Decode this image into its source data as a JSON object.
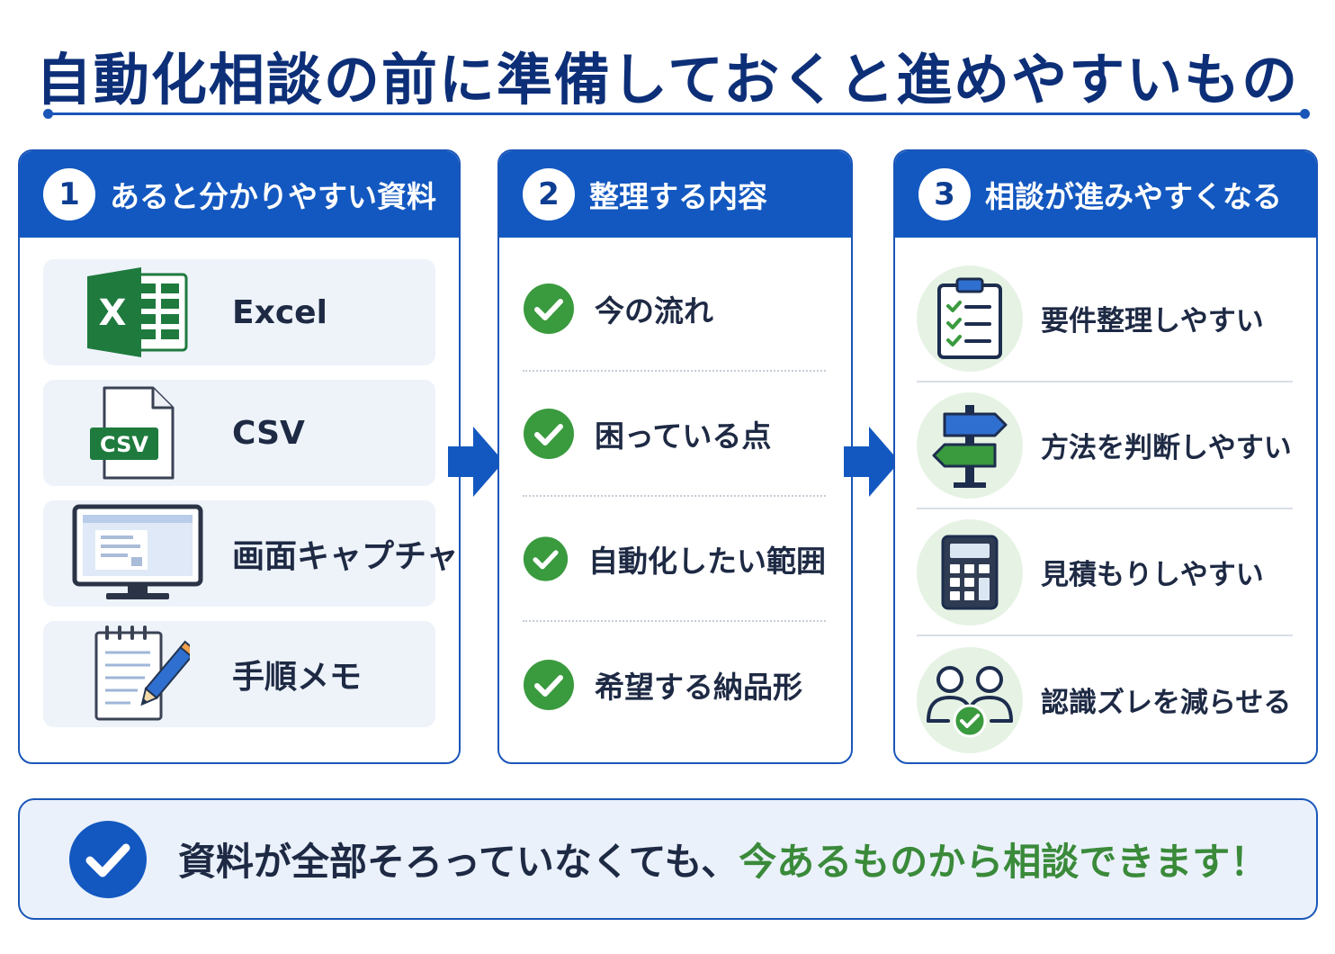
{
  "title": "自動化相談の前に準備しておくと進めやすいもの",
  "panels": [
    {
      "number": "1",
      "title": "あると分かりやすい資料",
      "items": [
        {
          "label": "Excel",
          "icon": "excel-icon",
          "icon_text": "X"
        },
        {
          "label": "CSV",
          "icon": "csv-file-icon",
          "icon_text": "CSV"
        },
        {
          "label": "画面キャプチャ",
          "icon": "monitor-screenshot-icon"
        },
        {
          "label": "手順メモ",
          "icon": "notepad-pencil-icon"
        }
      ]
    },
    {
      "number": "2",
      "title": "整理する内容",
      "items": [
        {
          "label": "今の流れ",
          "icon": "check-circle-icon"
        },
        {
          "label": "困っている点",
          "icon": "check-circle-icon"
        },
        {
          "label": "自動化したい範囲",
          "icon": "check-circle-icon"
        },
        {
          "label": "希望する納品形",
          "icon": "check-circle-icon"
        }
      ]
    },
    {
      "number": "3",
      "title": "相談が進みやすくなる",
      "items": [
        {
          "label": "要件整理しやすい",
          "icon": "clipboard-checklist-icon"
        },
        {
          "label": "方法を判断しやすい",
          "icon": "signpost-icon"
        },
        {
          "label": "見積もりしやすい",
          "icon": "calculator-icon"
        },
        {
          "label": "認識ズレを減らせる",
          "icon": "people-check-icon"
        }
      ]
    }
  ],
  "bottom": {
    "icon": "check-circle-icon",
    "text_dark": "資料が全部そろっていなくても、",
    "text_green": "今あるものから相談できます！"
  },
  "colors": {
    "primary_blue": "#1358c0",
    "title_navy": "#0d2f78",
    "check_green": "#3a9a3e",
    "accent_green_text": "#3a8a3a"
  }
}
